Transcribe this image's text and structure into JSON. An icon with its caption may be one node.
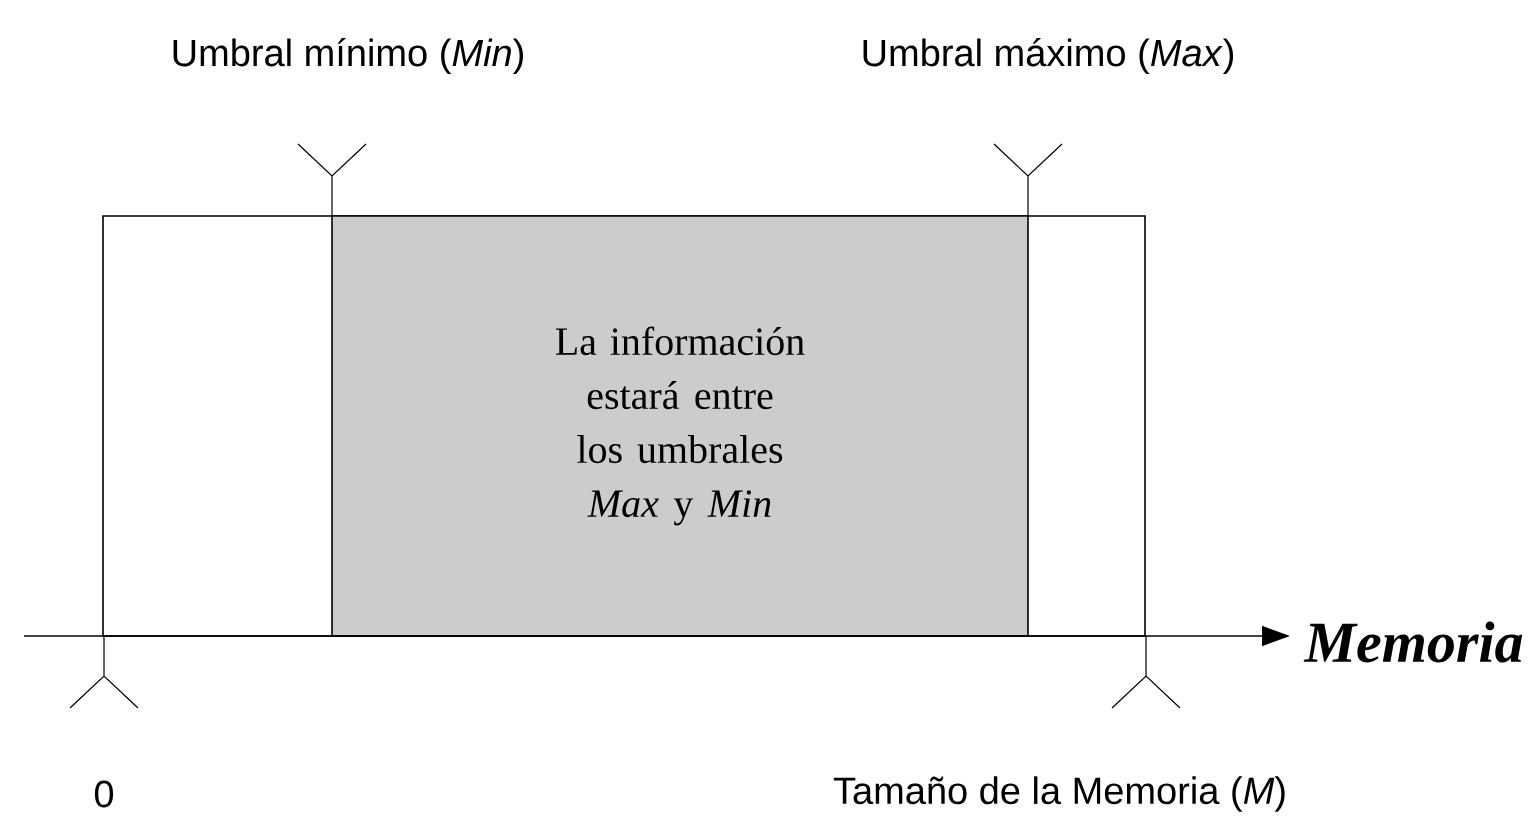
{
  "diagram": {
    "nodes": [
      {
        "text": [],
        "shape": "box"
      },
      {
        "text": [
          "La información estará entre los umbrales *Max* y *Min*"
        ],
        "in": 0
      }
    ],
    "labels": [
      "Umbral mínimo (*Min*)",
      "Umbral máximo (*Max*)",
      "Memoria",
      "0",
      "Tamaño de la Memoria (*M*)"
    ]
  }
}
